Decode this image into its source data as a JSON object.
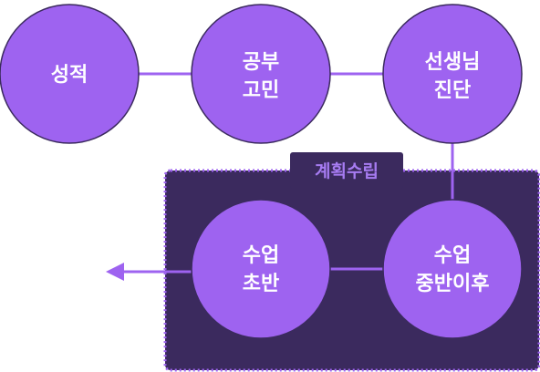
{
  "colors": {
    "node_fill": "#9e63f0",
    "node_stroke": "#3b2a5e",
    "connector": "#9e63f0",
    "group_fill": "#3b2a5e",
    "group_border": "#9e63f0",
    "group_label_bg": "#3b2a5e",
    "group_label_text": "#a77cf2"
  },
  "group": {
    "label": "계획수립"
  },
  "nodes": {
    "grades": {
      "lines": [
        "성적"
      ]
    },
    "study_worry": {
      "lines": [
        "공부",
        "고민"
      ]
    },
    "teacher_diagnosis": {
      "lines": [
        "선생님",
        "진단"
      ]
    },
    "class_early": {
      "lines": [
        "수업",
        "초반"
      ]
    },
    "class_mid_after": {
      "lines": [
        "수업",
        "중반이후"
      ]
    }
  }
}
